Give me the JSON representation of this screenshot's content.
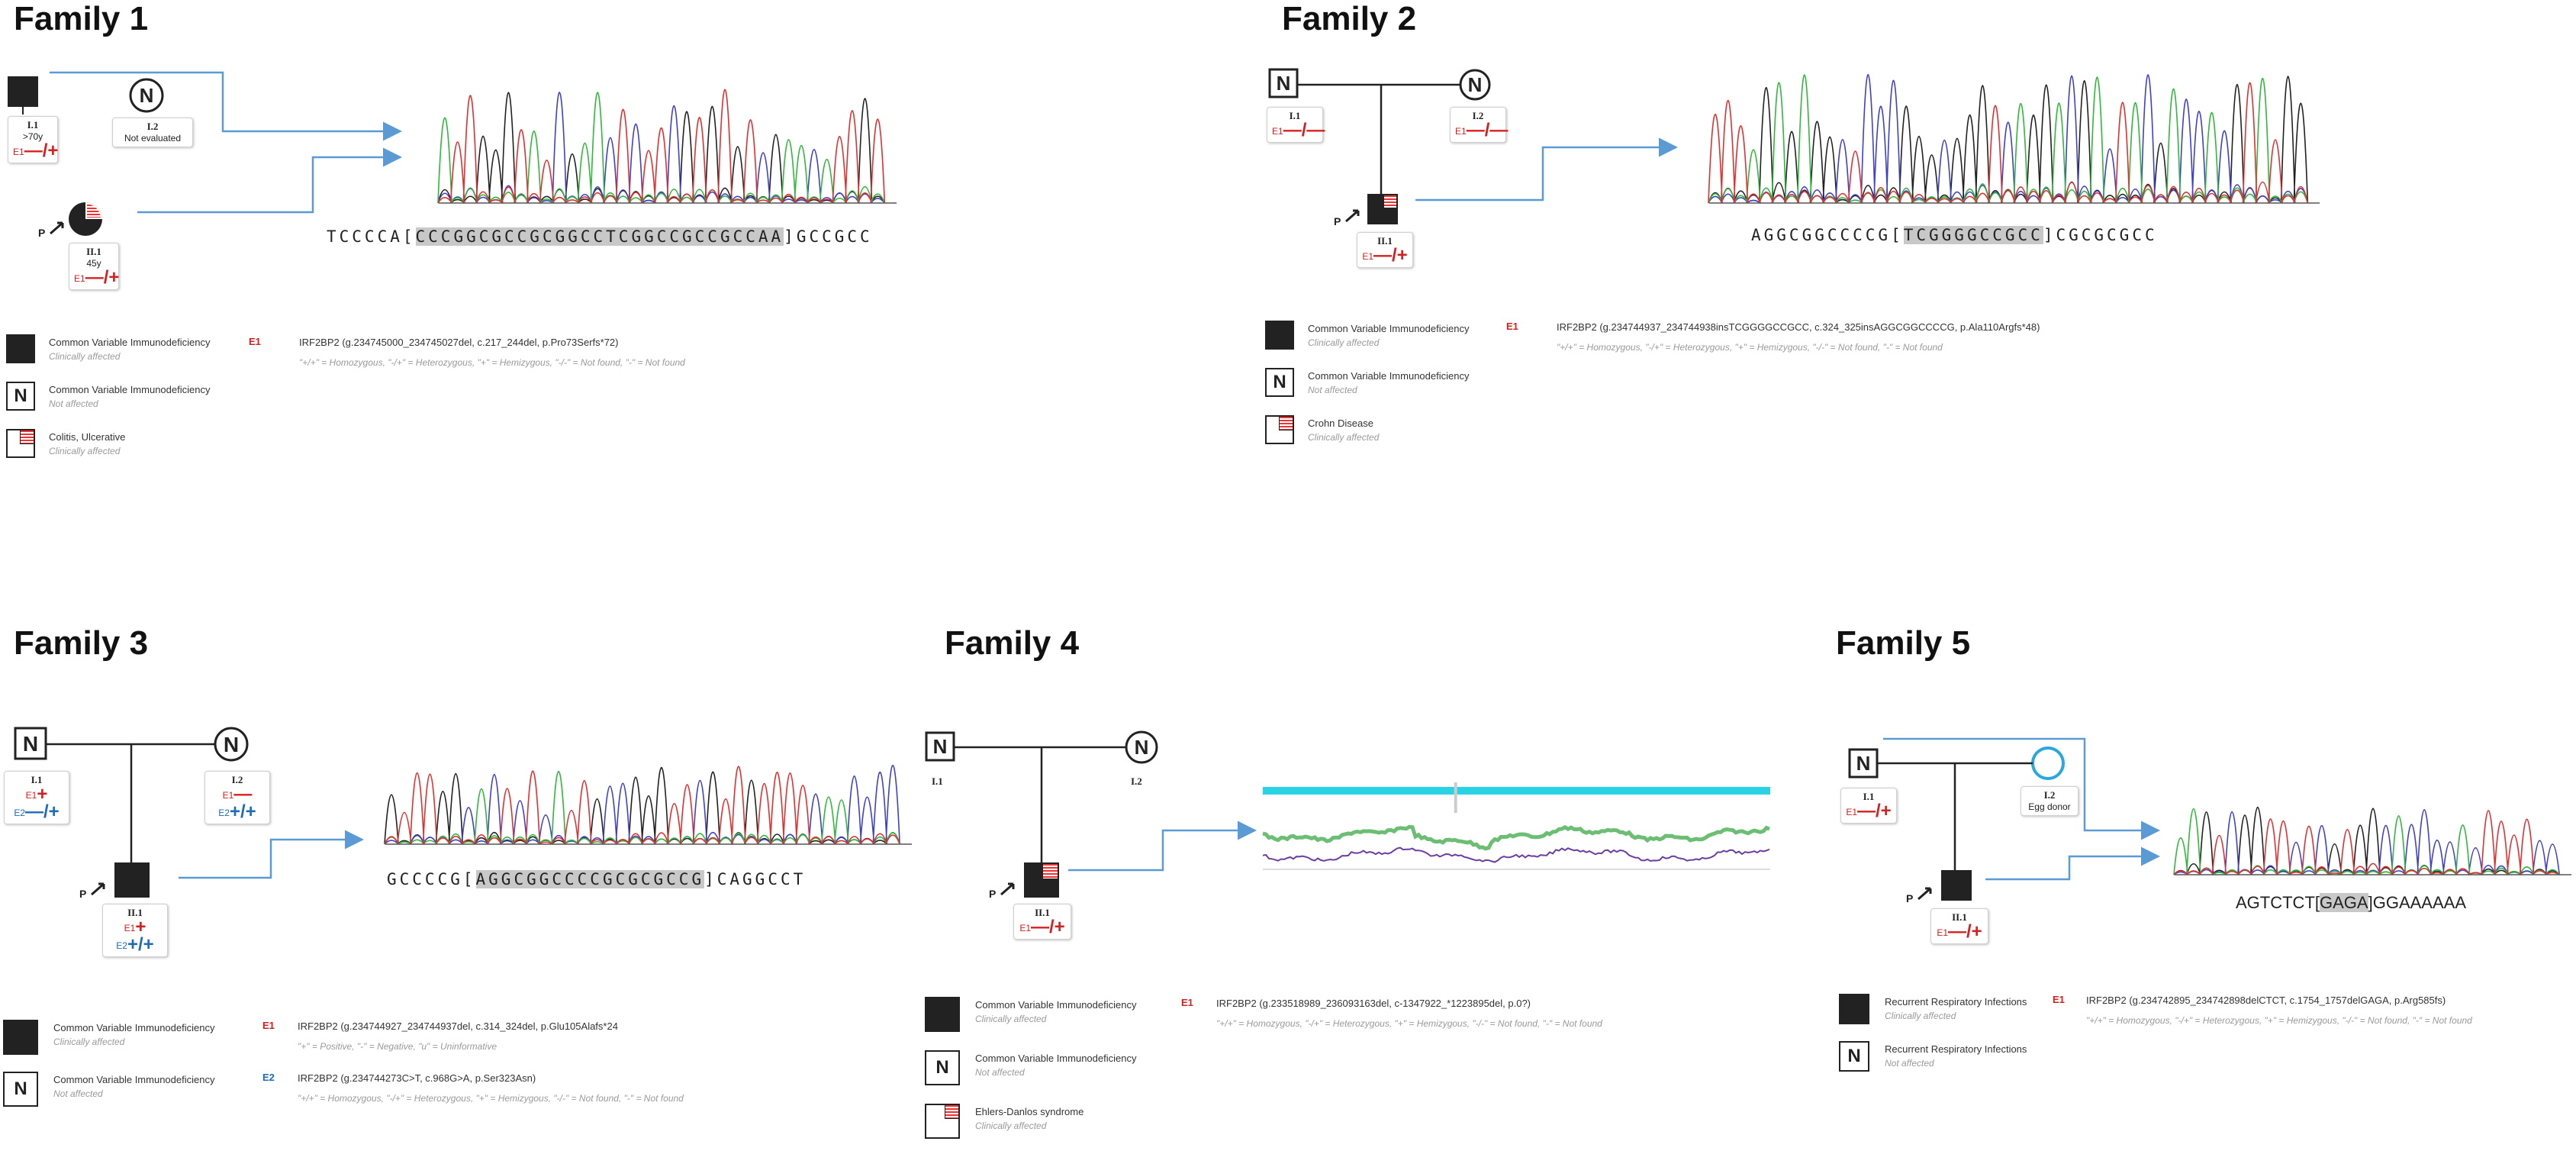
{
  "families": {
    "f1": {
      "title": "Family 1",
      "members": {
        "i1": {
          "id": "I.1",
          "sub": ">70y",
          "e": "E1",
          "g": "—/+"
        },
        "i2": {
          "id": "I.2",
          "sub": "Not evaluated"
        },
        "ii1": {
          "id": "II.1",
          "sub": "45y",
          "e": "E1",
          "g": "—/+"
        }
      },
      "proband": "P",
      "sequence": {
        "pre": "TCCCCA",
        "hl": "CCCGGCGCCGCGGCCTCGGCCGCCGCCAA",
        "post": "GCCGCC"
      },
      "legend": [
        {
          "name": "Common Variable Immunodeficiency",
          "status": "Clinically affected",
          "symbol": "filled"
        },
        {
          "name": "Common Variable Immunodeficiency",
          "status": "Not affected",
          "symbol": "N"
        },
        {
          "name": "Colitis, Ulcerative",
          "status": "Clinically affected",
          "symbol": "ibd"
        }
      ],
      "variants": [
        {
          "e": "E1",
          "text": "IRF2BP2 (g.234745000_234745027del, c.217_244del, p.Pro73Serfs*72)",
          "note": "\"+/+\" = Homozygous, \"-/+\" = Heterozygous, \"+\" = Hemizygous, \"-/-\" = Not found, \"-\" = Not found"
        }
      ]
    },
    "f2": {
      "title": "Family 2",
      "members": {
        "i1": {
          "id": "I.1",
          "e": "E1",
          "g": "—/—"
        },
        "i2": {
          "id": "I.2",
          "e": "E1",
          "g": "—/—"
        },
        "ii1": {
          "id": "II.1",
          "e": "E1",
          "g": "—/+"
        }
      },
      "proband": "P",
      "sequence": {
        "pre": "AGGCGGCCCCG",
        "hl": "TCGGGGCCGCC",
        "post": "CGCGCGCC"
      },
      "legend": [
        {
          "name": "Common Variable Immunodeficiency",
          "status": "Clinically affected",
          "symbol": "filled"
        },
        {
          "name": "Common Variable Immunodeficiency",
          "status": "Not affected",
          "symbol": "N"
        },
        {
          "name": "Crohn Disease",
          "status": "Clinically affected",
          "symbol": "ibd"
        }
      ],
      "variants": [
        {
          "e": "E1",
          "text": "IRF2BP2 (g.234744937_234744938insTCGGGGCCGCC, c.324_325insAGGCGGCCCCG, p.Ala110Argfs*48)",
          "note": "\"+/+\" = Homozygous, \"-/+\" = Heterozygous, \"+\" = Hemizygous, \"-/-\" = Not found, \"-\" = Not found"
        }
      ]
    },
    "f3": {
      "title": "Family 3",
      "members": {
        "i1": {
          "id": "I.1",
          "e": "E1",
          "g": "+",
          "e2": "E2",
          "g2": "—/+"
        },
        "i2": {
          "id": "I.2",
          "e": "E1",
          "g": "—",
          "e2": "E2",
          "g2": "+/+"
        },
        "ii1": {
          "id": "II.1",
          "e": "E1",
          "g": "+",
          "e2": "E2",
          "g2": "+/+"
        }
      },
      "proband": "P",
      "sequence": {
        "pre": "GCCCCG",
        "hl": "AGGCGGCCCCGCGCGCCG",
        "post": "CAGGCCT"
      },
      "legend": [
        {
          "name": "Common Variable Immunodeficiency",
          "status": "Clinically affected",
          "symbol": "filled"
        },
        {
          "name": "Common Variable Immunodeficiency",
          "status": "Not affected",
          "symbol": "N"
        }
      ],
      "variants": [
        {
          "e": "E1",
          "text": "IRF2BP2 (g.234744927_234744937del, c.314_324del, p.Glu105Alafs*24",
          "note": "\"+\" = Positive, \"-\" = Negative, \"u\" = Uninformative"
        },
        {
          "e": "E2",
          "text": "IRF2BP2 (g.234744273C>T, c.968G>A, p.Ser323Asn)",
          "note": "\"+/+\" = Homozygous, \"-/+\" = Heterozygous, \"+\" = Hemizygous, \"-/-\" = Not found, \"-\" = Not found"
        }
      ]
    },
    "f4": {
      "title": "Family 4",
      "members": {
        "i1": {
          "id": "I.1"
        },
        "i2": {
          "id": "I.2"
        },
        "ii1": {
          "id": "II.1",
          "e": "E1",
          "g": "—/+"
        }
      },
      "proband": "P",
      "legend": [
        {
          "name": "Common Variable Immunodeficiency",
          "status": "Clinically affected",
          "symbol": "filled"
        },
        {
          "name": "Common Variable Immunodeficiency",
          "status": "Not affected",
          "symbol": "N"
        },
        {
          "name": "Ehlers-Danlos syndrome",
          "status": "Clinically affected",
          "symbol": "ibd"
        }
      ],
      "variants": [
        {
          "e": "E1",
          "text": "IRF2BP2 (g.233518989_236093163del, c-1347922_*1223895del, p.0?)",
          "note": "\"+/+\" = Homozygous, \"-/+\" = Heterozygous, \"+\" = Hemizygous, \"-/-\" = Not found, \"-\" = Not found"
        }
      ]
    },
    "f5": {
      "title": "Family 5",
      "members": {
        "i1": {
          "id": "I.1",
          "e": "E1",
          "g": "—/+"
        },
        "i2": {
          "id": "I.2",
          "sub": "Egg donor"
        },
        "ii1": {
          "id": "II.1",
          "e": "E1",
          "g": "—/+"
        }
      },
      "proband": "P",
      "sequence": {
        "pre": "AGTCTCT",
        "hl": "GAGA",
        "post": "GGAAAAAA"
      },
      "legend": [
        {
          "name": "Recurrent Respiratory Infections",
          "status": "Clinically affected",
          "symbol": "filled"
        },
        {
          "name": "Recurrent Respiratory Infections",
          "status": "Not affected",
          "symbol": "N"
        }
      ],
      "variants": [
        {
          "e": "E1",
          "text": "IRF2BP2 (g.234742895_234742898delCTCT, c.1754_1757delGAGA, p.Arg585fs)",
          "note": "\"+/+\" = Homozygous, \"-/+\" = Heterozygous, \"+\" = Hemizygous, \"-/-\" = Not found, \"-\" = Not found"
        }
      ]
    }
  },
  "symbols": {
    "N": "N"
  },
  "colors": {
    "arrow": "#5b9bd5",
    "affected_fill": "#222222",
    "ibd_stripe": "#e33333",
    "genotype_red": "#d42020",
    "genotype_blue": "#1e6bb8",
    "cnv_bar": "#29d3e3",
    "cnv_green": "#3aa846",
    "cnv_purple": "#6a3fa0",
    "trace_A": "#2fb83a",
    "trace_C": "#4040c8",
    "trace_G": "#222222",
    "trace_T": "#e03030"
  }
}
